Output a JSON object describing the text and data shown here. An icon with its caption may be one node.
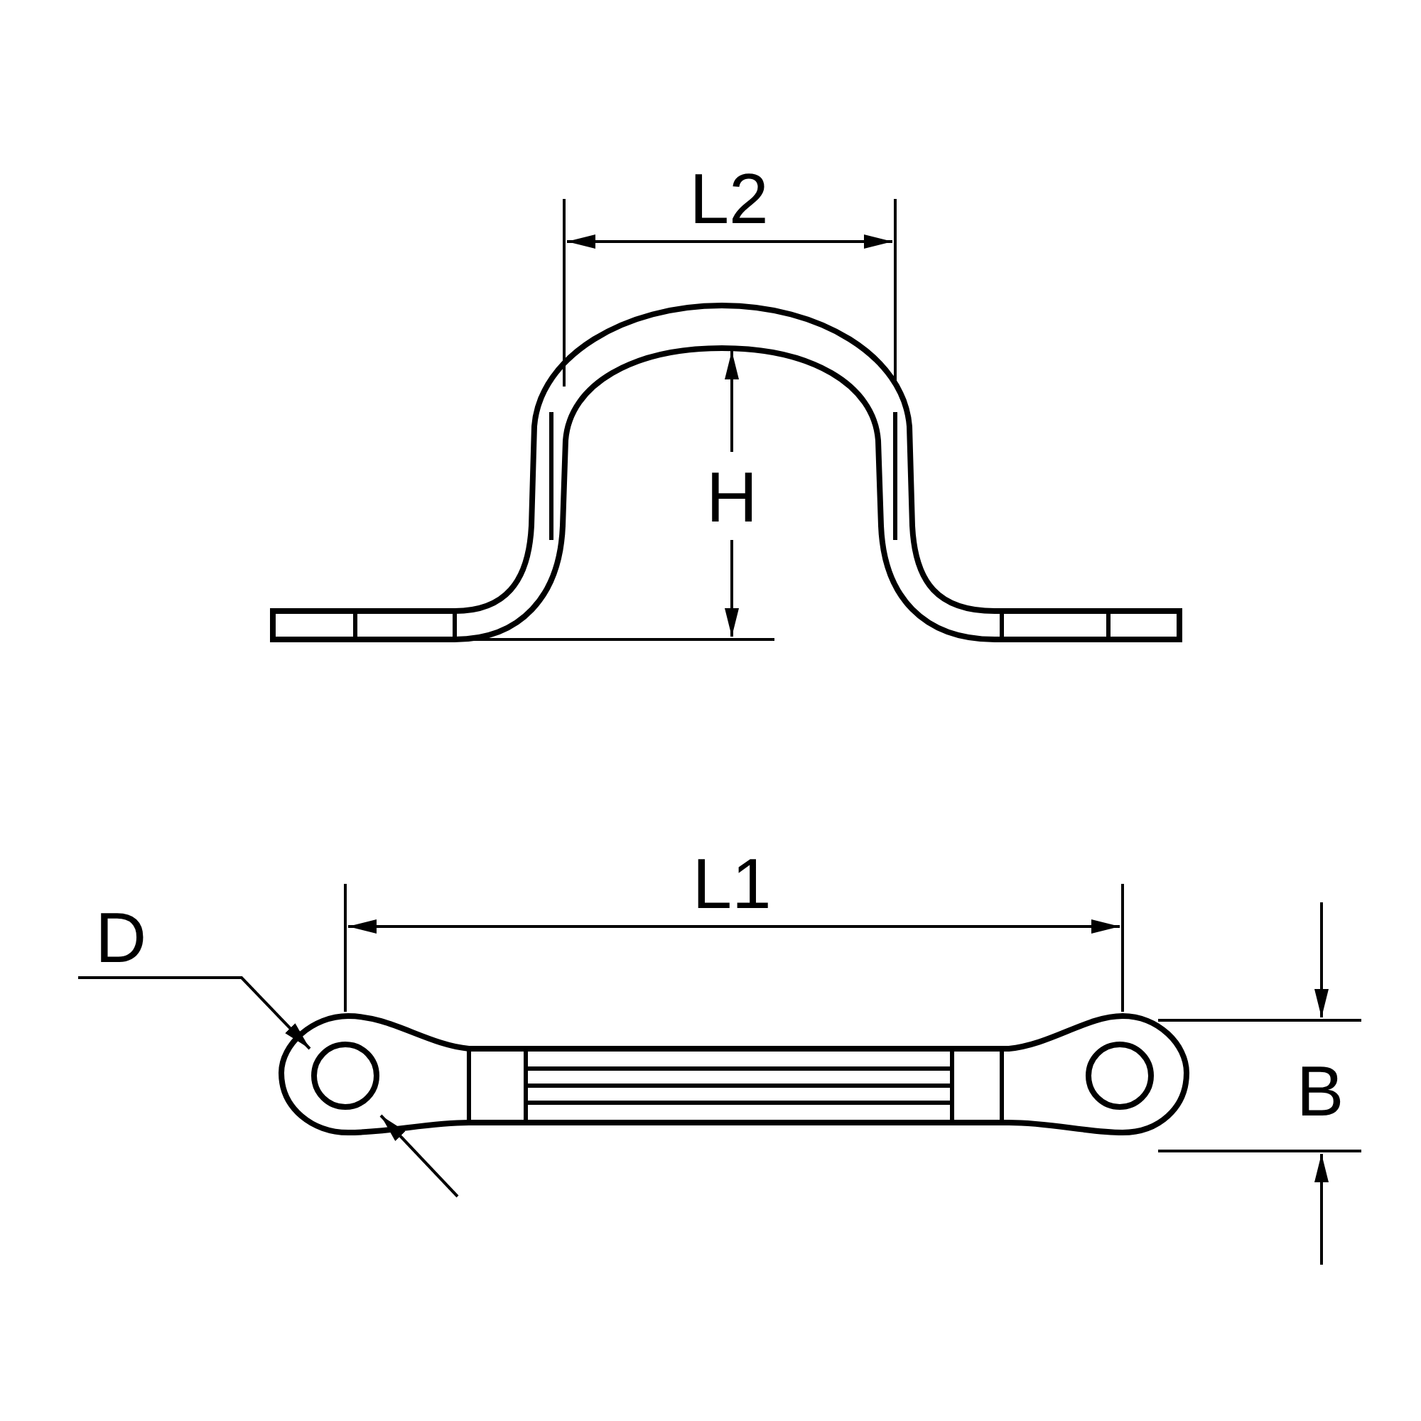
{
  "diagram": {
    "labels": [
      "L2",
      "H",
      "L1",
      "D",
      "B"
    ]
  }
}
